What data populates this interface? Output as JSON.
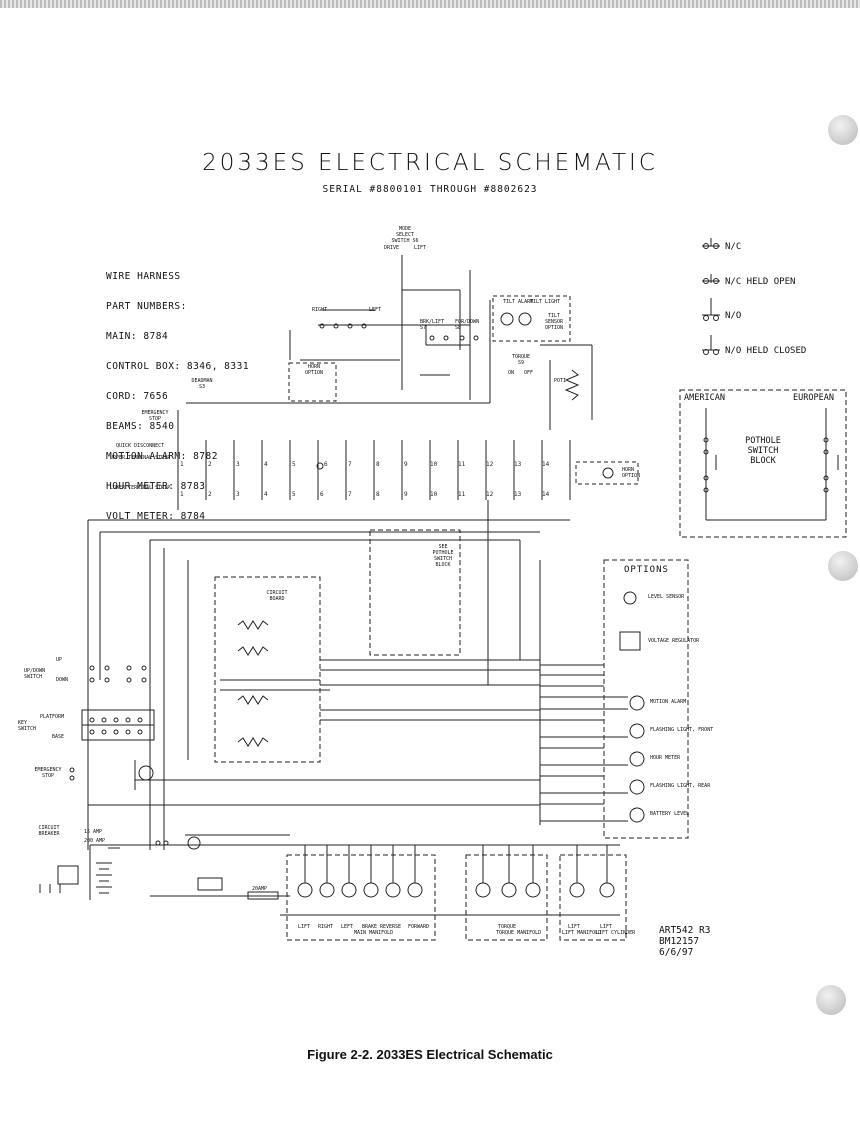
{
  "title": "2033ES ELECTRICAL SCHEMATIC",
  "subtitle": "SERIAL #8800101 THROUGH #8802623",
  "wire_harness": [
    "WIRE HARNESS",
    "PART NUMBERS:",
    "MAIN: 8784",
    "CONTROL BOX: 8346, 8331",
    "CORD: 7656",
    "BEAMS: 8540",
    "MOTION ALARM: 8782",
    "HOUR METER: 8783",
    "VOLT METER: 8784"
  ],
  "legend": {
    "nc": "N/C",
    "nc_held_open": "N/C HELD OPEN",
    "no": "N/O",
    "no_held_closed": "N/O HELD CLOSED"
  },
  "pothole": {
    "american": "AMERICAN",
    "european": "EUROPEAN",
    "label_1": "POTHOLE",
    "label_2": "SWITCH",
    "label_3": "BLOCK"
  },
  "options": {
    "title": "OPTIONS",
    "items": [
      "LEVEL SENSOR",
      "VOLTAGE REGULATOR",
      "MOTION ALARM",
      "FLASHING LIGHT, FRONT",
      "HOUR METER",
      "FLASHING LIGHT, REAR",
      "BATTERY LEVEL"
    ]
  },
  "components": {
    "mode_switch": "MODE SELECT SWITCH S6",
    "drive": "DRIVE",
    "lift": "LIFT",
    "right": "RIGHT",
    "left": "LEFT",
    "brk_lift": "BRK/LIFT S7",
    "for_down": "FOR/DOWN S8",
    "tilt_alarm": "TILT ALARM",
    "tilt_light": "TILT LIGHT",
    "tilt_sensor": "TILT SENSOR OPTION",
    "torque": "TORQUE S9",
    "on": "ON",
    "off": "OFF",
    "poti": "POTI",
    "horn": "HORN OPTION",
    "deadman": "DEADMAN S3",
    "emergency_stop": "EMERGENCY STOP",
    "quick_disconnect": "QUICK DISCONNECT",
    "upper_strip": "UPPER TERMINAL STRIP",
    "lower_strip": "LOWER TERMINAL STRIP",
    "circuit_board": "CIRCUIT BOARD",
    "see_pothole": "SEE POTHOLE SWITCH BLOCK",
    "up_down": "UP/DOWN SWITCH",
    "up": "UP",
    "down": "DOWN",
    "key_switch": "KEY SWITCH",
    "platform": "PLATFORM",
    "base": "BASE",
    "circuit_breaker": "CIRCUIT BREAKER",
    "amp15": "15 AMP",
    "amp200": "200 AMP",
    "amp20": "20AMP"
  },
  "solenoids": [
    "LIFT",
    "RIGHT",
    "LEFT",
    "BRAKE",
    "REVERSE",
    "FORWARD",
    "TORQUE",
    "LIFT",
    "LIFT"
  ],
  "manifolds": [
    "MAIN MANIFOLD",
    "TORQUE MANIFOLD",
    "LIFT MANIFOLD",
    "LIFT CYLINDER"
  ],
  "art_ref": [
    "ART542 R3",
    "BM12157",
    "6/6/97"
  ],
  "caption": "Figure 2-2.  2033ES Electrical Schematic"
}
